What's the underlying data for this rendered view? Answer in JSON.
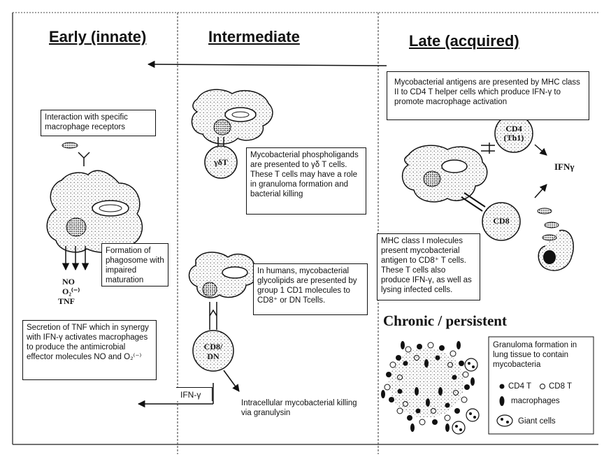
{
  "headers": {
    "early": "Early (innate)",
    "intermediate": "Intermediate",
    "late": "Late (acquired)"
  },
  "boxes": {
    "receptors": "Interaction with specific macrophage receptors",
    "phagosome": "Formation of phagosome with impaired maturation",
    "tnf_secretion": "Secretion of TNF which in synergy with IFN-γ activates macrophages to produce the antimicrobial effector molecules NO and O₂⁽⁻⁾",
    "phospholigands": "Mycobacterial phospholigands are presented to γδ T cells. These T cells may have a role in granuloma formation and bacterial killing",
    "glycolipids": "In humans, mycobacterial glycolipids are presented by group 1 CD1 molecules to CD8⁺ or DN Tcells.",
    "mhc2": "Mycobacterial antigens are presented by MHC class II to CD4 T helper cells which produce IFN-γ to promote macrophage activation",
    "mhc1": "MHC class I molecules present mycobacterial antigen to CD8⁺ T cells. These T cells also produce IFN-γ, as well as lysing infected cells.",
    "granuloma_title": "Granuloma formation in lung tissue to contain mycobacteria",
    "legend_cd4": "CD4 T",
    "legend_cd8": "CD8 T",
    "legend_macrophages": "macrophages",
    "legend_giant": "Giant cells"
  },
  "labels": {
    "molecules": [
      "NO",
      "O₂⁽⁻⁾",
      "TNF"
    ],
    "ifn_gamma_mid": "IFN-γ",
    "granulysin": "Intracellular mycobacterial killing via granulysin",
    "ifn_gamma_late": "IFNγ",
    "chronic": "Chronic / persistent"
  },
  "cells": {
    "gd_t": "γδT",
    "cd8_dn_1": "CD8/",
    "cd8_dn_2": "DN",
    "cd4_1": "CD4",
    "cd4_2": "(Th1)",
    "cd8": "CD8"
  }
}
